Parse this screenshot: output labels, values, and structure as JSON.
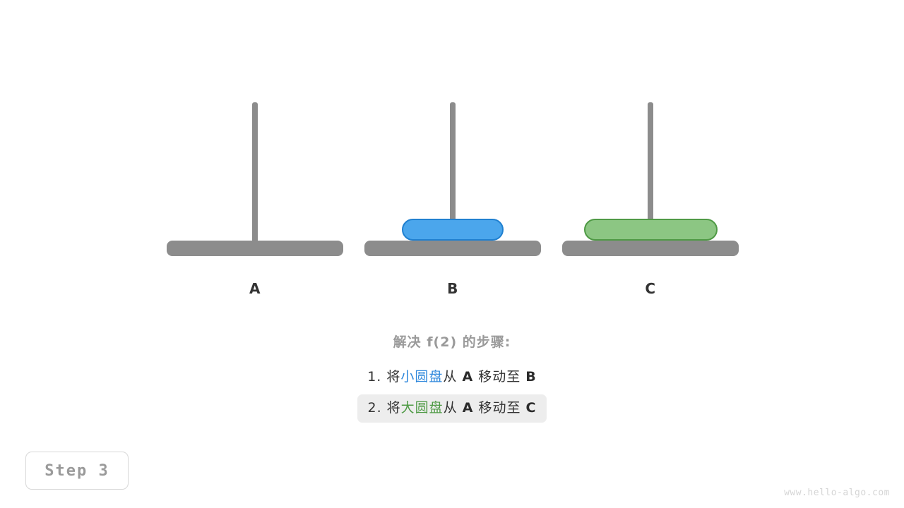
{
  "diagram": {
    "type": "tower-of-hanoi",
    "pegs": [
      {
        "id": "A",
        "label": "A",
        "disks": []
      },
      {
        "id": "B",
        "label": "B",
        "disks": [
          "small"
        ]
      },
      {
        "id": "C",
        "label": "C",
        "disks": [
          "large"
        ]
      }
    ],
    "disks": {
      "small": {
        "name": "小圆盘",
        "color": "#4BA6EC",
        "border": "#2080D0"
      },
      "large": {
        "name": "大圆盘",
        "color": "#8CC683",
        "border": "#4F9A45"
      }
    },
    "pole_color": "#8c8c8c",
    "base_color": "#8c8c8c"
  },
  "steps": {
    "title": "解决 f(2) 的步骤:",
    "items": [
      {
        "index": "1. ",
        "verb": "将",
        "disk": "小圆盘",
        "disk_color": "blue",
        "from_word": "从 ",
        "from_peg": "A",
        "move_word": " 移动至 ",
        "to_peg": "B",
        "highlighted": false
      },
      {
        "index": "2. ",
        "verb": "将",
        "disk": "大圆盘",
        "disk_color": "green",
        "from_word": "从 ",
        "from_peg": "A",
        "move_word": " 移动至 ",
        "to_peg": "C",
        "highlighted": true
      }
    ]
  },
  "badge": {
    "label": "Step 3"
  },
  "watermark": {
    "text": "www.hello-algo.com"
  }
}
